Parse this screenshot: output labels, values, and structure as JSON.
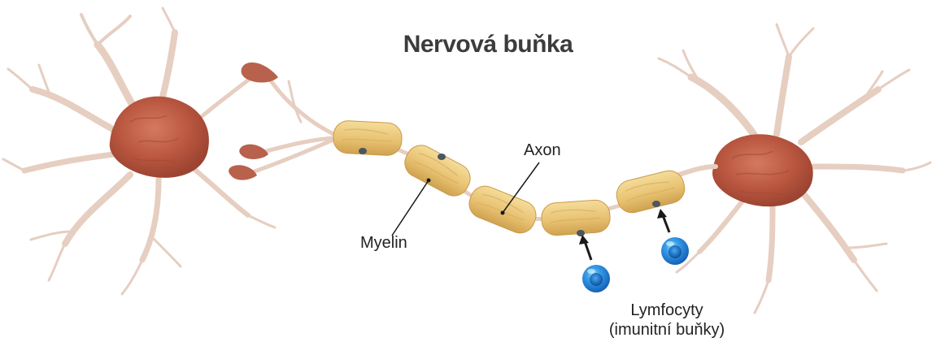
{
  "title": "Nervová buňka",
  "labels": {
    "axon": "Axon",
    "myelin": "Myelin",
    "lymphocytes_line1": "Lymfocyty",
    "lymphocytes_line2": "(imunitní buňky)"
  },
  "colors": {
    "soma": "#c0604a",
    "dendrite": "#e9d2c6",
    "myelin": "#e8c272",
    "axon_terminal": "#b8614c",
    "lymphocyte": "#1f7fd6",
    "title": "#3c3c3c"
  }
}
